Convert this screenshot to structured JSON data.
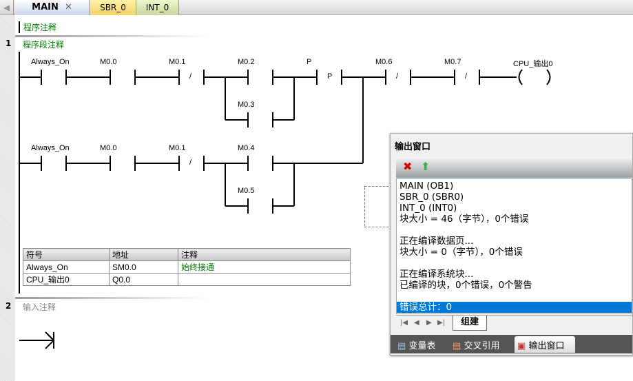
{
  "tabs": [
    {
      "label": "MAIN",
      "active": true
    },
    {
      "label": "SBR_0"
    },
    {
      "label": "INT_0"
    }
  ],
  "close_glyph": "✕",
  "program_comment": "程序注释",
  "networks": [
    {
      "number": "1",
      "comment": "程序段注释",
      "rungs": [
        {
          "contacts": [
            "Always_On",
            "M0.0",
            "M0.1",
            "M0.2",
            "P",
            "M0.6",
            "M0.7"
          ],
          "parallel": "M0.3",
          "coil": "CPU_输出0"
        },
        {
          "contacts": [
            "Always_On",
            "M0.0",
            "M0.1",
            "M0.4"
          ],
          "parallel": "M0.5"
        }
      ],
      "not_glyph": "/",
      "p_glyph": "P",
      "symbol_table": {
        "headers": [
          "符号",
          "地址",
          "注释"
        ],
        "rows": [
          [
            "Always_On",
            "SM0.0",
            "始终接通"
          ],
          [
            "CPU_输出0",
            "Q0.0",
            ""
          ]
        ]
      }
    },
    {
      "number": "2",
      "comment": "输入注释"
    }
  ],
  "output_window": {
    "title": "输出窗口",
    "lines": [
      "MAIN (OB1)",
      "SBR_0 (SBR0)",
      "INT_0 (INT0)",
      "块大小 = 46（字节），0个错误",
      "",
      "正在编译数据页...",
      "块大小 = 0（字节），0个错误",
      "",
      "正在编译系统块...",
      "已编译的块，0个错误，0个警告",
      "",
      "错误总计：0"
    ],
    "sheet_tab": "组建",
    "bottom_tabs": [
      "变量表",
      "交叉引用",
      "输出窗口"
    ]
  }
}
